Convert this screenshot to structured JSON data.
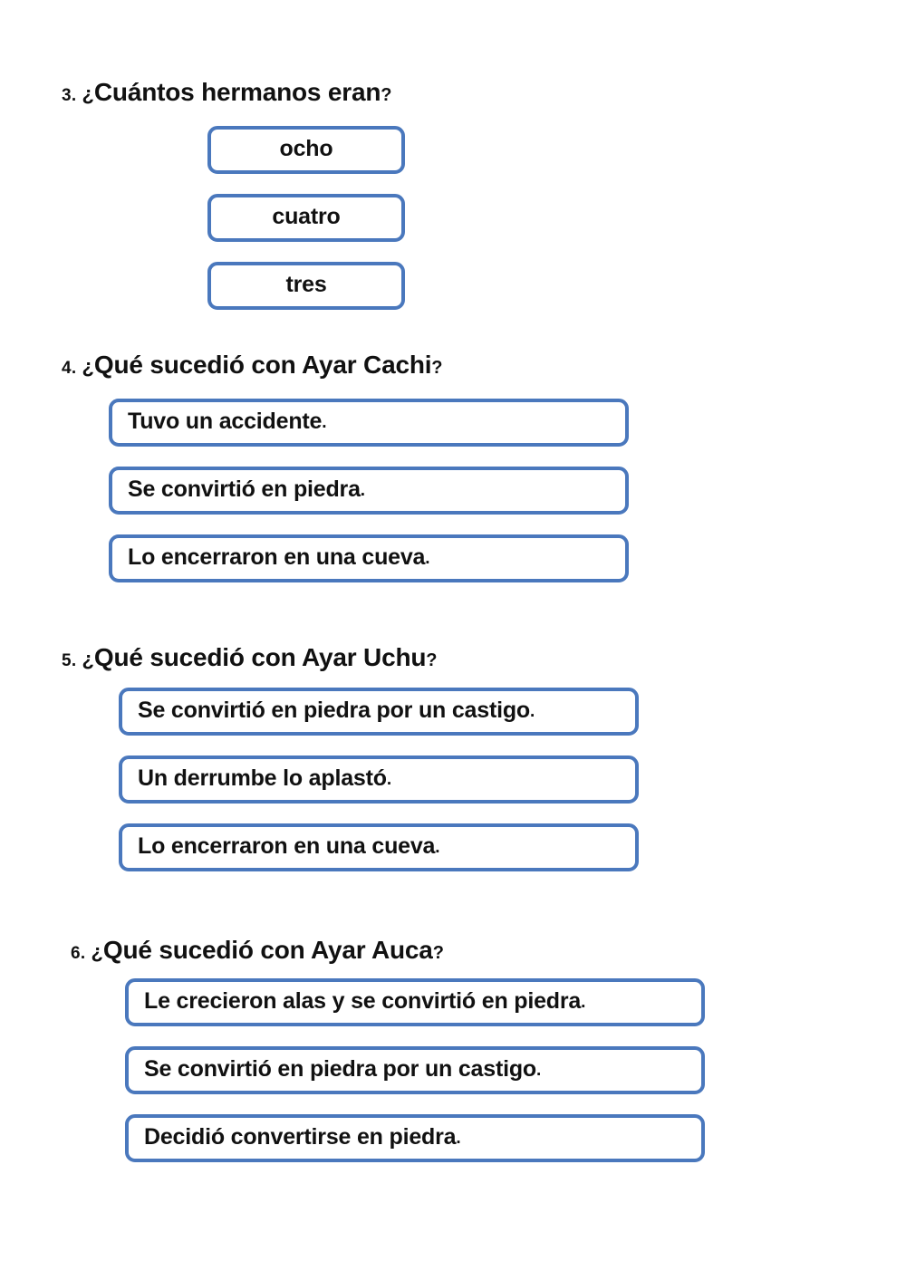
{
  "page": {
    "background_color": "#ffffff",
    "box_border_color": "#4a78bd",
    "text_color": "#111111"
  },
  "questions": [
    {
      "number": "3.",
      "open_mark": "¿",
      "text": "Cuántos hermanos eran",
      "close_mark": "?",
      "align": "center",
      "options": [
        {
          "text": "ocho",
          "dot": ""
        },
        {
          "text": "cuatro",
          "dot": ""
        },
        {
          "text": "tres",
          "dot": ""
        }
      ]
    },
    {
      "number": "4.",
      "open_mark": "¿",
      "text": "Qué sucedió con Ayar Cachi",
      "close_mark": "?",
      "align": "left",
      "options": [
        {
          "text": "Tuvo un accidente",
          "dot": "."
        },
        {
          "text": "Se convirtió en piedra",
          "dot": "."
        },
        {
          "text": "Lo encerraron en una cueva",
          "dot": "."
        }
      ]
    },
    {
      "number": "5.",
      "open_mark": "¿",
      "text": "Qué sucedió con Ayar Uchu",
      "close_mark": "?",
      "align": "left",
      "options": [
        {
          "text": "Se convirtió en piedra por un castigo",
          "dot": "."
        },
        {
          "text": "Un derrumbe lo aplastó",
          "dot": "."
        },
        {
          "text": "Lo encerraron en una cueva",
          "dot": "."
        }
      ]
    },
    {
      "number": "6.",
      "open_mark": "¿",
      "text": "Qué sucedió con Ayar Auca",
      "close_mark": "?",
      "align": "left",
      "options": [
        {
          "text": "Le crecieron alas y se convirtió en piedra",
          "dot": "."
        },
        {
          "text": "Se convirtió en piedra por un castigo",
          "dot": "."
        },
        {
          "text": "Decidió convertirse en piedra",
          "dot": "."
        }
      ]
    }
  ]
}
